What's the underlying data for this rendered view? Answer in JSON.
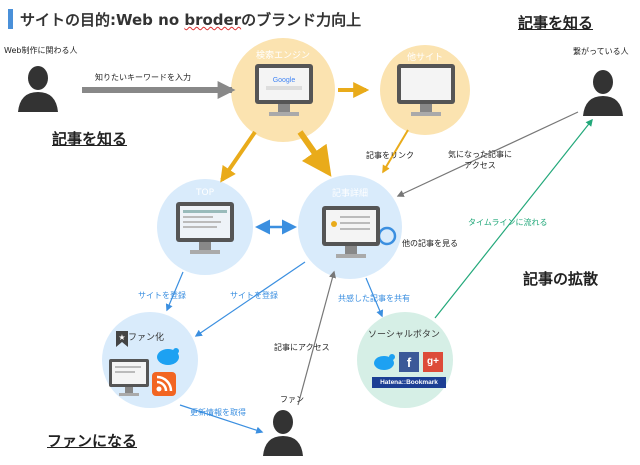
{
  "title": {
    "prefix": "サイトの目的:Web no ",
    "misspelled": "broder",
    "suffix": "のブランド力向上"
  },
  "people": {
    "web_person": "Web制作に関わる人",
    "connected_person": "繋がっている人",
    "fan_person": "ファン"
  },
  "headings": {
    "know_article_left": "記事を知る",
    "know_article_right": "記事を知る",
    "spread": "記事の拡散",
    "become_fan": "ファンになる"
  },
  "nodes": {
    "search_engine": "検索エンジン",
    "other_site": "他サイト",
    "top": "TOP",
    "article_detail": "記事詳細",
    "fan": "ファン化",
    "social": "ソーシャルボタン"
  },
  "arrow_labels": {
    "keyword_input": "知りたいキーワードを入力",
    "link_article": "記事をリンク",
    "access_line1": "気になった記事に",
    "access_line2": "アクセス",
    "other_articles": "他の記事を見る",
    "timeline": "タイムラインに流れる",
    "register_site_1": "サイトを登録",
    "register_site_2": "サイトを登録",
    "share_article": "共感した記事を共有",
    "access_article": "記事にアクセス",
    "get_updates": "更新情報を取得"
  },
  "social_labels": {
    "hatena": "Hatena::Bookmark",
    "google_plus": "g+",
    "facebook": "f"
  },
  "colors": {
    "orange_circle": "#fbe3b0",
    "blue_circle": "#d9ebfb",
    "green_circle": "#d6efe6",
    "gold_arrow": "#e9ab1a",
    "blue_arrow": "#3b8fe0",
    "green_arrow": "#22a87a",
    "gray_arrow": "#777777",
    "title_accent": "#4a90d9"
  }
}
